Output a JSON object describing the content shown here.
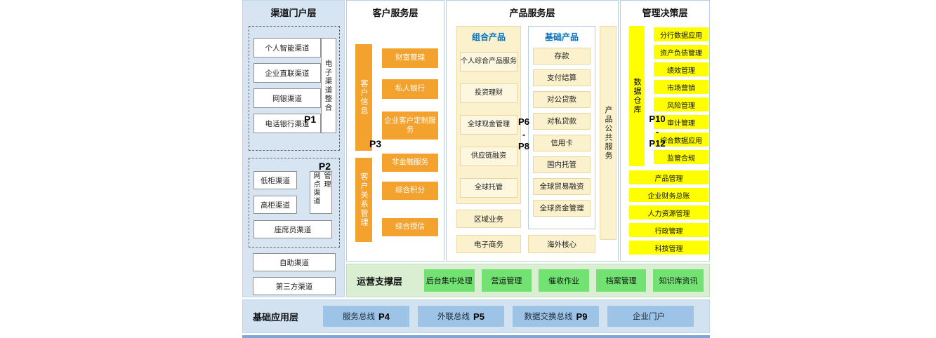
{
  "layers": {
    "channel": {
      "title": "渠道门户层",
      "p1": {
        "label": "P1",
        "items": [
          "个人智能渠道",
          "企业直联渠道",
          "网银渠道",
          "电话银行渠道"
        ],
        "side": "电子渠道整合"
      },
      "p2": {
        "label": "P2",
        "items": [
          "低柜渠道",
          "高柜渠道"
        ],
        "side": "网点渠道管理",
        "bottom": "座席员渠道"
      },
      "standalone": [
        "自助渠道",
        "第三方渠道"
      ]
    },
    "customer": {
      "title": "客户服务层",
      "p3_label": "P3",
      "bar1": "客户信息",
      "bar1_items": [
        "财富管理",
        "私人银行",
        "企业客户定制服务"
      ],
      "bar2": "客户关系管理",
      "bar2_items": [
        "非金融服务",
        "综合积分",
        "综合授信"
      ]
    },
    "product": {
      "title": "产品服务层",
      "p_range": {
        "top": "P6",
        "sep": "-",
        "bottom": "P8"
      },
      "combo_header": "组合产品",
      "combo_items": [
        "个人综合产品服务",
        "投资理财",
        "全球现金管理",
        "供应链融资",
        "全球托管"
      ],
      "basic_header": "基础产品",
      "basic_items": [
        "存款",
        "支付结算",
        "对公贷款",
        "对私贷款",
        "信用卡",
        "国内托管",
        "全球贸易融资",
        "全球资金管理"
      ],
      "side": "产品公共服务",
      "extra_left": [
        "区域业务",
        "电子商务"
      ],
      "extra_right": "海外核心"
    },
    "management": {
      "title": "管理决策层",
      "warehouse": "数据仓库",
      "p_range": {
        "top": "P10",
        "sep": "-",
        "bottom": "P12"
      },
      "data_apps": [
        "分行数据应用",
        "资产负债管理",
        "绩效管理",
        "市场营销",
        "风险管理",
        "审计管理",
        "综合数据应用",
        "监管合规"
      ],
      "wide_items": [
        "产品管理",
        "企业财务总账",
        "人力资源管理",
        "行政管理",
        "科技管理"
      ]
    },
    "operations": {
      "title": "运营支撑层",
      "items": [
        "后台集中处理",
        "营运管理",
        "催收作业",
        "档案管理",
        "知识库资讯"
      ]
    },
    "foundation": {
      "title": "基础应用层",
      "items": [
        {
          "label": "服务总线",
          "code": "P4"
        },
        {
          "label": "外联总线",
          "code": "P5"
        },
        {
          "label": "数据交换总线",
          "code": "P9"
        },
        {
          "label": "企业门户",
          "code": ""
        }
      ]
    }
  },
  "colors": {
    "panel_blue": "#d7e5f2",
    "orange": "#f2a22d",
    "cream": "#fbf1cd",
    "cream_light": "#fdf7e0",
    "yellow": "#ffff00",
    "green_band": "#daefd2",
    "green_button": "#72e373",
    "blue_button": "#9dc3e6",
    "header_blue_text": "#0070c0"
  }
}
